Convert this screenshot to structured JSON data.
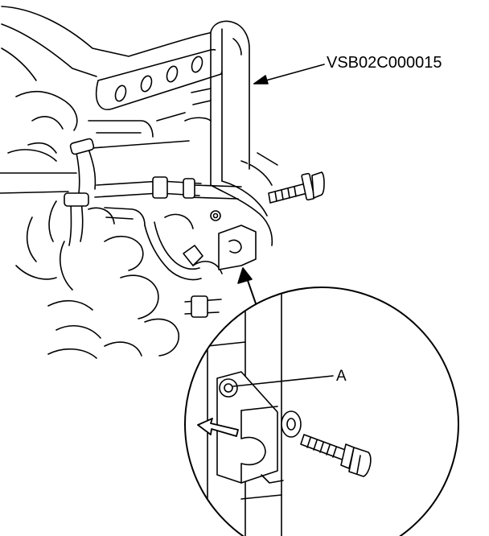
{
  "callouts": {
    "tool_part_number": "VSB02C000015",
    "bolt_hole_label": "A"
  },
  "colors": {
    "line": "#000000",
    "background": "#ffffff"
  },
  "icons": [
    "engine-assembly-drawing",
    "bracket-detail-inset",
    "flange-bolt-icon",
    "direction-arrow-icon"
  ]
}
